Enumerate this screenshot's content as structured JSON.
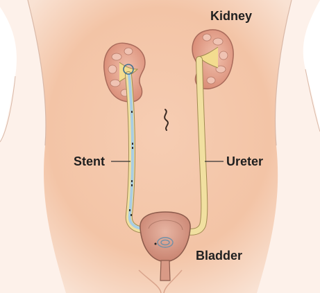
{
  "labels": {
    "kidney": "Kidney",
    "stent": "Stent",
    "ureter": "Ureter",
    "bladder": "Bladder"
  },
  "colors": {
    "skin_light": "#fbe7dc",
    "skin_mid": "#f6cdb3",
    "skin_dark": "#eaa988",
    "kidney_fill": "#e7a791",
    "kidney_outline": "#a86a5a",
    "renal_pelvis": "#f3dc8f",
    "ureter": "#f1e0a0",
    "ureter_outline": "#a08a50",
    "stent_blue": "#a8cde3",
    "bladder_fill": "#d89a86",
    "bladder_outline": "#8b5a4b",
    "label_text": "#1f1f1f",
    "leader_line": "#333333"
  },
  "icons": {
    "navel": "navel-icon",
    "stent_curl": "stent-curl-icon"
  }
}
